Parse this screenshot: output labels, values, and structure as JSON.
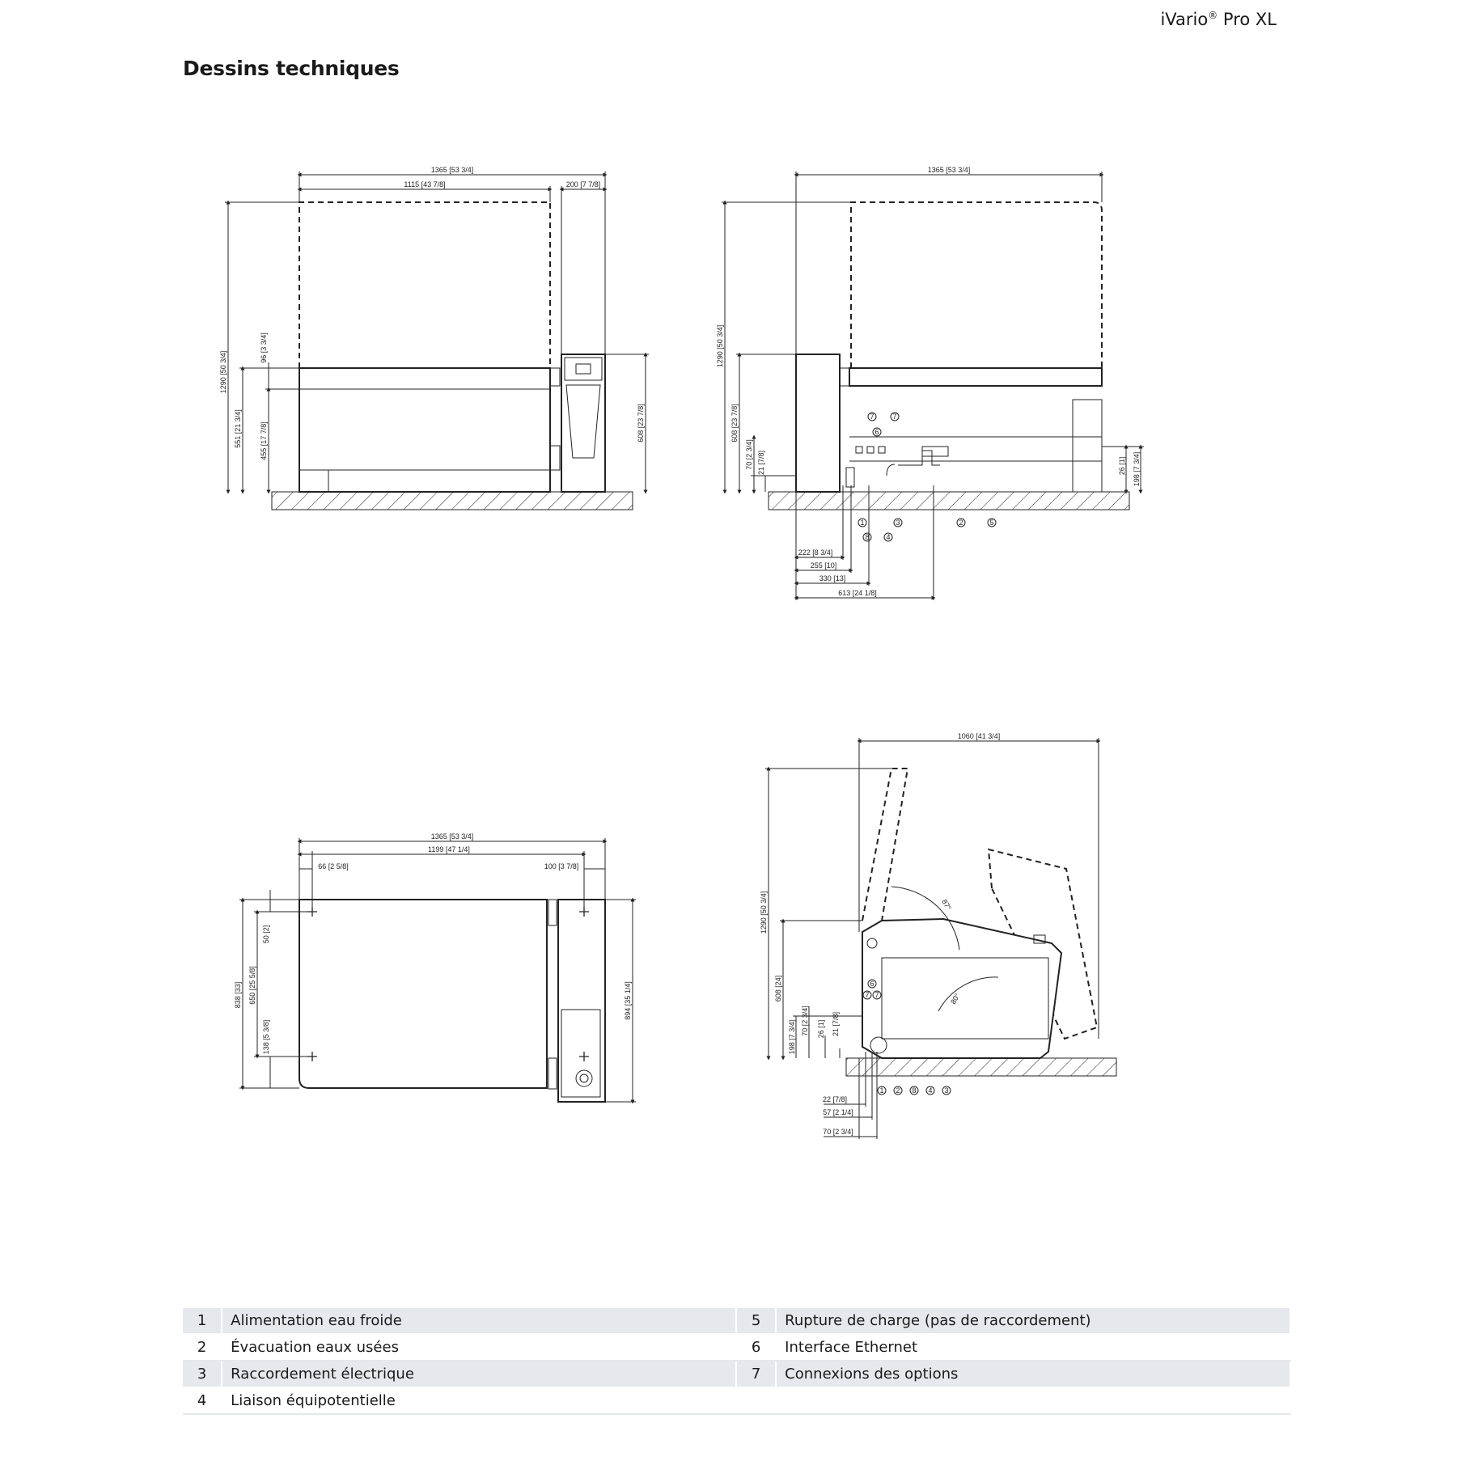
{
  "header": {
    "brand": "iVario",
    "brand_mark": "®",
    "brand_suffix": " Pro XL",
    "section_title": "Dessins techniques"
  },
  "drawings": {
    "front": {
      "overall_width": "1365 [53 3/4]",
      "inner_width": "1115 [43 7/8]",
      "side_width": "200 [7 7/8]",
      "total_height": "1290 [50 3/4]",
      "body_height": "551 [21 3/4]",
      "lower_height": "455 [17 7/8]",
      "lid_height": "96 [3 3/4]",
      "column_height": "608 [23 7/8]"
    },
    "side": {
      "overall_width": "1365 [53 3/4]",
      "total_height": "1290 [50 3/4]",
      "body_height": "608 [23 7/8]",
      "conn_height_a": "70 [2 3/4]",
      "conn_height_b": "21 [7/8]",
      "right_height_a": "26 [1]",
      "right_height_b": "198 [7 3/4]",
      "offset_a": "222 [8 3/4]",
      "offset_b": "255 [10]",
      "offset_c": "330 [13]",
      "offset_d": "613 [24 1/8]",
      "markers": [
        "7",
        "7",
        "6",
        "1",
        "8",
        "4",
        "3",
        "2",
        "5"
      ]
    },
    "top": {
      "overall_width": "1365 [53 3/4]",
      "inner_width": "1199 [47 1/4]",
      "left_offset": "66 [2 5/8]",
      "right_offset": "100 [3 7/8]",
      "total_depth": "838 [33]",
      "hole_spacing": "650 [25 5/8]",
      "top_offset": "50 [2]",
      "bottom_offset": "138 [5 3/8]",
      "overall_depth": "894 [35 1/4]"
    },
    "tilt": {
      "overall_width": "1060 [41 3/4]",
      "total_height": "1290 [50 3/4]",
      "body_height": "608 [24]",
      "height_a": "198 [7 3/4]",
      "height_b": "70 [2 3/4]",
      "height_c": "26 [1]",
      "height_d": "21 [7/8]",
      "angle_lid": "87°",
      "angle_pan": "80°",
      "offset_a": "22 [7/8]",
      "offset_b": "57 [2 1/4]",
      "offset_c": "70 [2 3/4]",
      "markers": [
        "6",
        "7",
        "7",
        "1",
        "2",
        "8",
        "4",
        "3"
      ]
    }
  },
  "legend": [
    {
      "n1": "1",
      "l1": "Alimentation eau froide",
      "n2": "5",
      "l2": "Rupture de charge (pas de raccordement)"
    },
    {
      "n1": "2",
      "l1": "Évacuation eaux usées",
      "n2": "6",
      "l2": "Interface Ethernet"
    },
    {
      "n1": "3",
      "l1": "Raccordement électrique",
      "n2": "7",
      "l2": "Connexions des options"
    },
    {
      "n1": "4",
      "l1": "Liaison équipotentielle",
      "n2": "",
      "l2": ""
    }
  ]
}
